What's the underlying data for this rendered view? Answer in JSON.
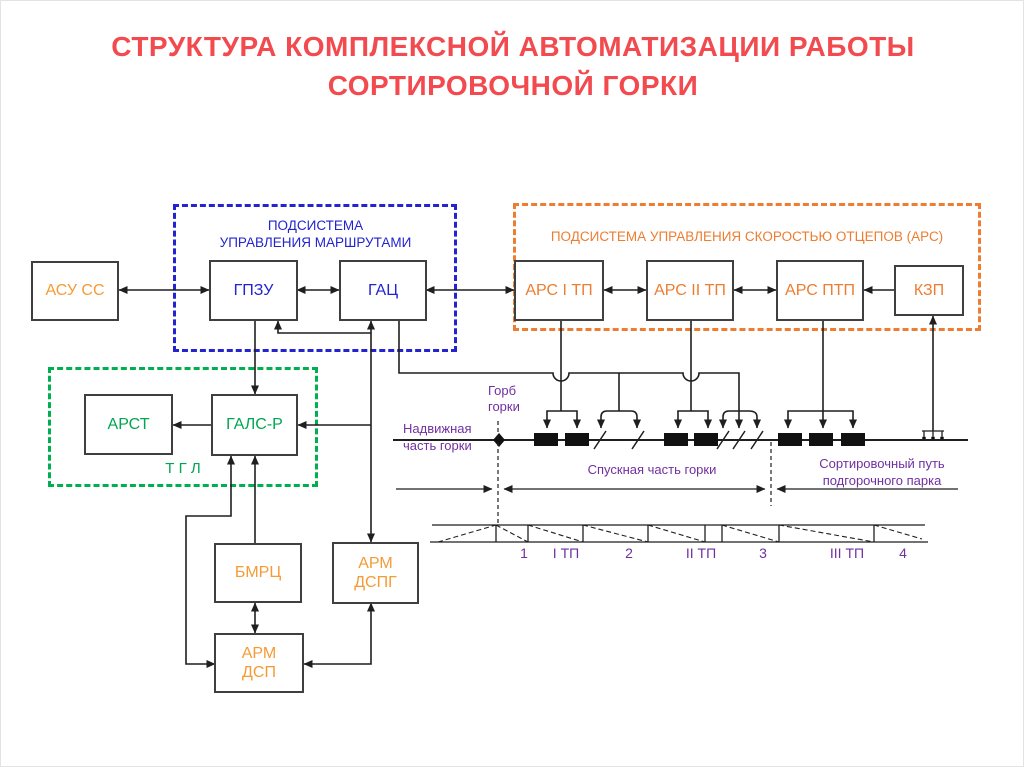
{
  "title": "СТРУКТУРА КОМПЛЕКСНОЙ АВТОМАТИЗАЦИИ РАБОТЫ СОРТИРОВОЧНОЙ ГОРКИ",
  "colors": {
    "title_red": "#f24a4e",
    "blue": "#2323d1",
    "orange": "#ed7d31",
    "amber": "#f59b35",
    "green": "#00a651",
    "green_dash": "#00b050",
    "purple": "#7030a0",
    "line": "#1f1f1f",
    "box_border": "#3f3f3f"
  },
  "subsystems": {
    "routes": {
      "line1": "ПОДСИСТЕМА",
      "line2": "УПРАВЛЕНИЯ МАРШРУТАМИ"
    },
    "speed": {
      "label": "ПОДСИСТЕМА УПРАВЛЕНИЯ СКОРОСТЬЮ ОТЦЕПОВ (АРС)"
    },
    "tgl": {
      "label": "Т Г Л"
    }
  },
  "blocks": {
    "asu_ss": "АСУ СС",
    "gpzu": "ГПЗУ",
    "gac": "ГАЦ",
    "ars_1tp": "АРС I ТП",
    "ars_2tp": "АРС II ТП",
    "ars_ptp": "АРС ПТП",
    "kzp": "КЗП",
    "arst": "АРСТ",
    "gals_r": "ГАЛС-Р",
    "bmrc": "БМРЦ",
    "arm_dspg": "АРМ ДСПГ",
    "arm_dsp": "АРМ ДСП"
  },
  "track": {
    "hump_crest": "Горб горки",
    "push_zone": "Надвижная часть горки",
    "descent_zone": "Спускная часть горки",
    "sorting_track": "Сортировочный путь подгорочного парка"
  },
  "profile_labels": [
    "1",
    "I ТП",
    "2",
    "II ТП",
    "3",
    "III ТП",
    "4"
  ]
}
